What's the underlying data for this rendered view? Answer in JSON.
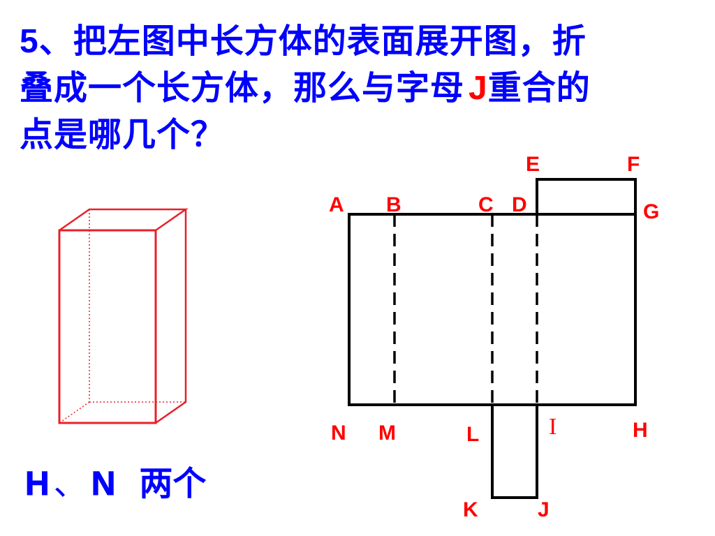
{
  "question": {
    "number": "5",
    "line1_rest": "、把左图中长方体的表面展开图，折",
    "line2_a": "叠成一个长方体，那么与字母",
    "highlight_letter": "J",
    "line2_b": "重合的",
    "line3": "点是哪几个？"
  },
  "answer": {
    "letter1": "H",
    "separator": "、",
    "letter2": "N",
    "count_text": "两个"
  },
  "net_labels": {
    "A": "A",
    "B": "B",
    "C": "C",
    "D": "D",
    "E": "E",
    "F": "F",
    "G": "G",
    "H": "H",
    "I": "I",
    "J": "J",
    "K": "K",
    "L": "L",
    "M": "M",
    "N": "N"
  },
  "colors": {
    "question_text": "#0000ff",
    "label_red": "#ff0000",
    "box_red": "#e8202a",
    "net_black": "#000000"
  }
}
